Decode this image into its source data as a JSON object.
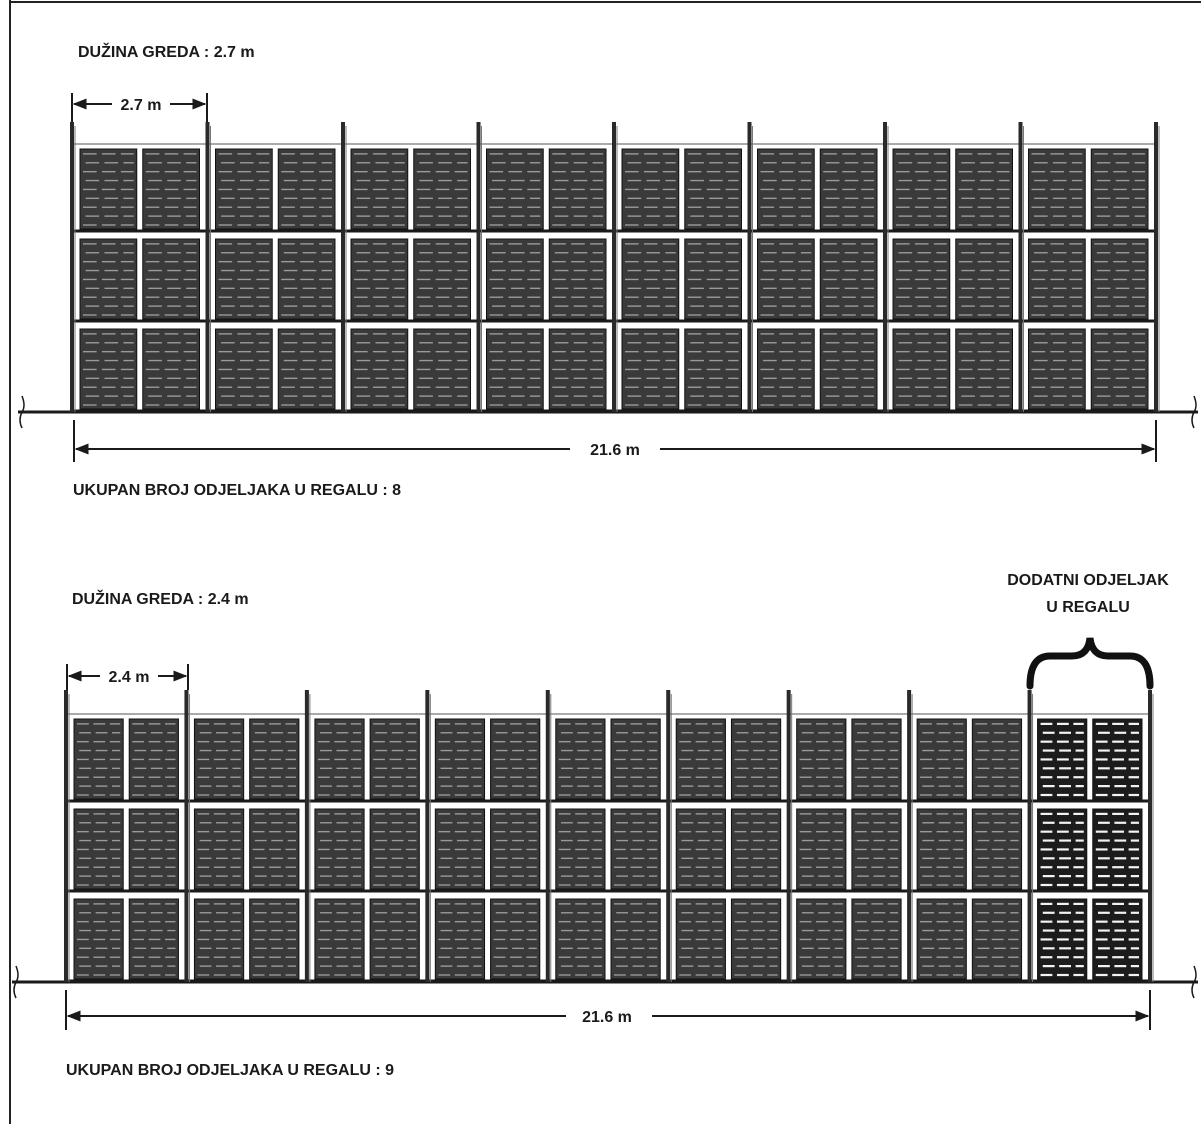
{
  "top": {
    "beam_label": "DUŽINA GREDA : 2.7 m",
    "bay_dimension": "2.7 m",
    "total_dimension": "21.6 m",
    "count_label": "UKUPAN BROJ ODJELJAKA U REGALU : 8",
    "bays": 8,
    "levels": 3,
    "pallets_per_bay": 2
  },
  "bottom": {
    "beam_label": "DUŽINA GREDA : 2.4 m",
    "bay_dimension": "2.4 m",
    "total_dimension": "21.6 m",
    "count_label": "UKUPAN BROJ ODJELJAKA U REGALU : 9",
    "extra_bay_label_line1": "DODATNI ODJELJAK",
    "extra_bay_label_line2": "U REGALU",
    "bays": 9,
    "levels": 3,
    "pallets_per_bay": 2,
    "extra_bays": 1
  },
  "colors": {
    "pallet_fill": "#3a3a3a",
    "pallet_fill_extra": "#1c1c1c",
    "brick_line": "#9a9a9a",
    "brick_line_extra": "#f2f2f2",
    "line": "#1a1a1a"
  }
}
